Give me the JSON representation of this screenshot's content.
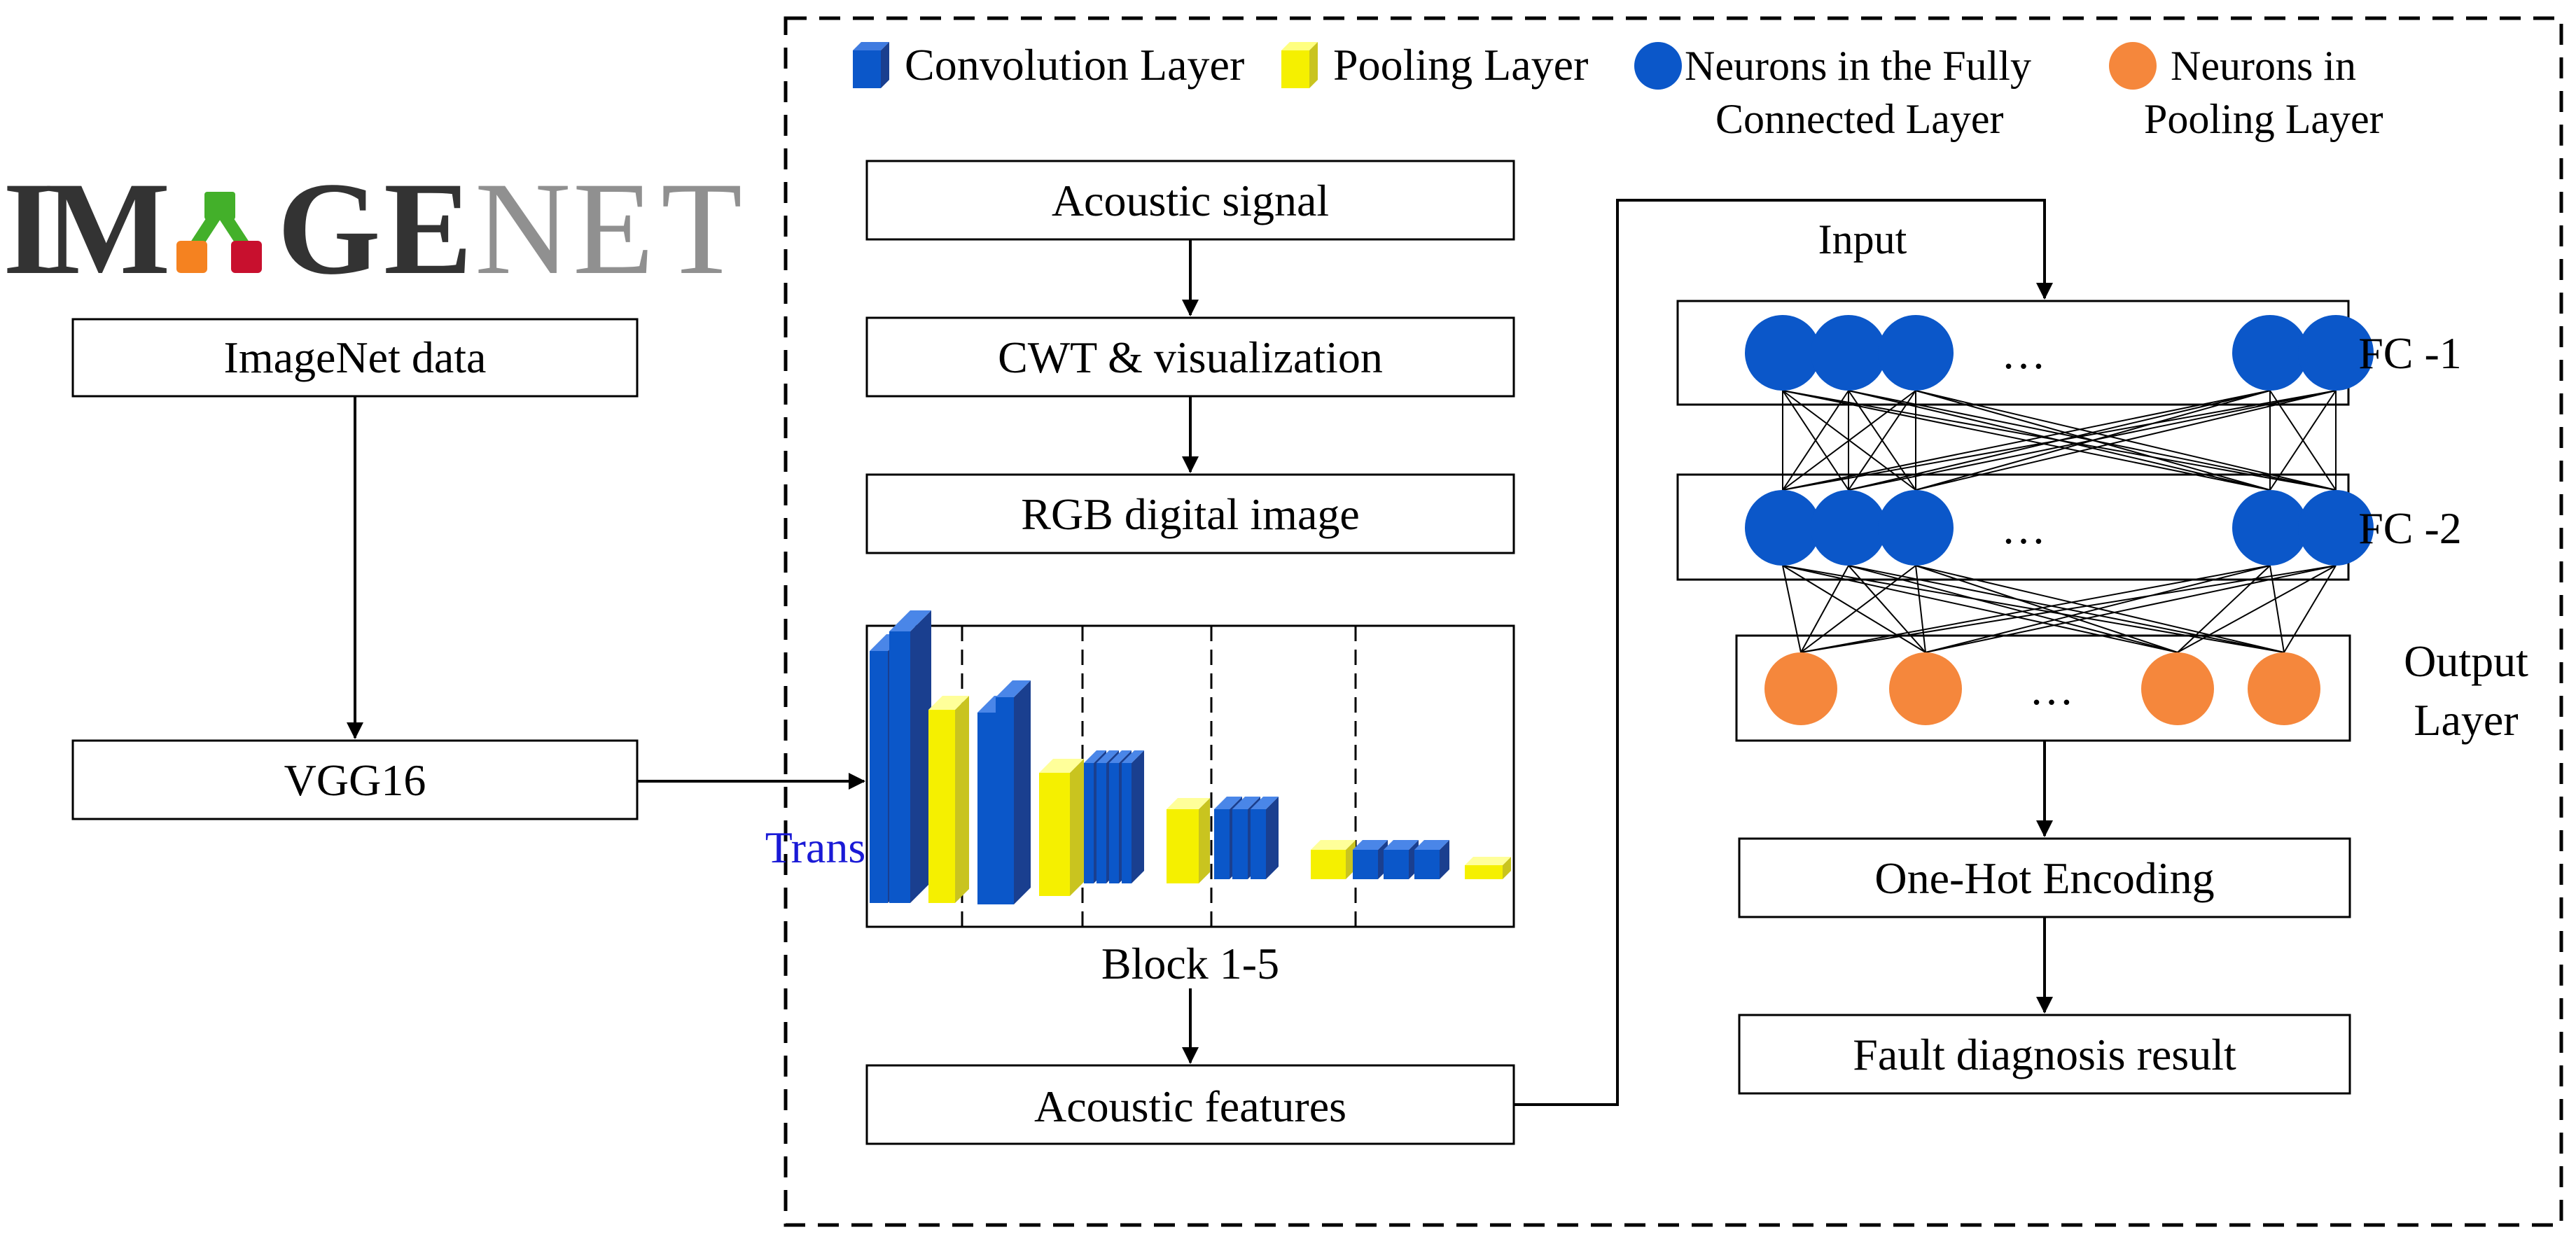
{
  "legend": {
    "conv": "Convolution Layer",
    "pool": "Pooling Layer",
    "fc_neurons": [
      "Neurons in the Fully",
      "Connected Layer"
    ],
    "pool_neurons": [
      "Neurons in",
      "Pooling Layer"
    ]
  },
  "logo": {
    "letters": [
      "I",
      "M",
      "G",
      "E",
      "N",
      "E",
      "T"
    ],
    "colors": {
      "dark": "#333333",
      "light": "#909090",
      "green": "#43b02a",
      "orange": "#f58220",
      "red": "#c8102e"
    }
  },
  "left": {
    "imagenet_data": "ImageNet data",
    "vgg16": "VGG16",
    "transfer": "Transfer"
  },
  "pipeline": {
    "acoustic_signal": "Acoustic signal",
    "cwt": "CWT & visualization",
    "rgb": "RGB digital image",
    "block": "Block 1-5",
    "features": "Acoustic features"
  },
  "network": {
    "input": "Input",
    "fc1": "FC -1",
    "fc2": "FC -2",
    "output": [
      "Output",
      "Layer"
    ],
    "ellipsis": "…",
    "one_hot": "One-Hot Encoding",
    "result": "Fault diagnosis result"
  },
  "colors": {
    "conv_blue": "#0b57c9",
    "conv_dark": "#1a3f8f",
    "pool_yellow": "#f5f000",
    "pool_olive": "#c9c41f",
    "neuron_blue": "#0b57c9",
    "neuron_orange": "#f5873c",
    "accent_text": "#1a1ad6"
  }
}
